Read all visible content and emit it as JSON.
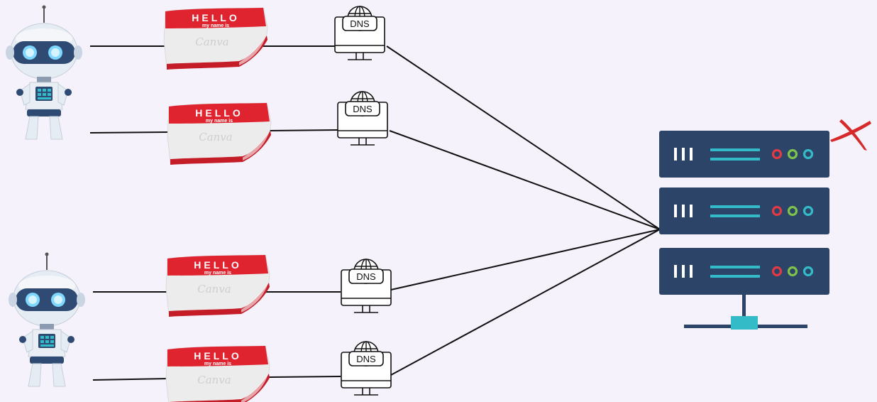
{
  "diagram": {
    "name_tag": {
      "title": "HELLO",
      "subtitle": "my name is",
      "watermark": "Canva"
    },
    "dns_label": "DNS",
    "icons": {
      "client": "robot-icon",
      "resolver": "dns-monitor-icon",
      "server": "server-rack-icon",
      "status": "x-mark-icon"
    },
    "colors": {
      "background": "#f5f2fc",
      "tag_red": "#e0242f",
      "server_navy": "#2b4468",
      "server_cyan": "#33bcc7",
      "led_red": "#e23a45",
      "led_green": "#7fc24a",
      "led_cyan": "#33bcc7",
      "x_mark": "#d62a2a",
      "line": "#111111"
    }
  }
}
